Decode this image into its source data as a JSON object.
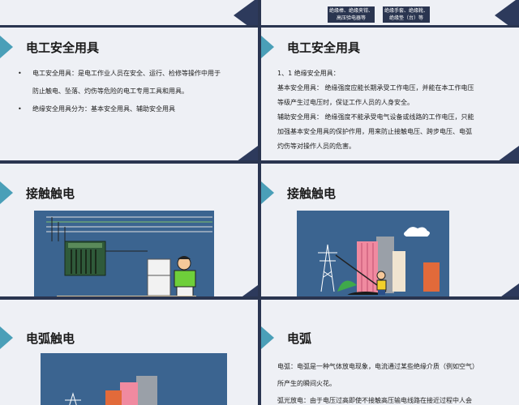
{
  "slide0": {
    "tag_left": [
      "绝缘棒、绝缘夹钳、",
      "高压验电器等"
    ],
    "tag_right": [
      "绝缘手套、绝缘靴、",
      "绝缘垫（台）等"
    ]
  },
  "slide1": {
    "title": "电工安全用具",
    "bullets": [
      "电工安全用具：是电工作业人员在安全、运行、检修等操作中用于",
      "防止触电、坠落、灼伤等危险的电工专用工具和用具。",
      "绝缘安全用具分为：基本安全用具、辅助安全用具"
    ]
  },
  "slide2": {
    "title": "电工安全用具",
    "lines": [
      "1、1 绝缘安全用具：",
      "基本安全用具： 绝缘强度应能长期承受工作电压，并能在本工作电压",
      "等级产生过电压时，保证工作人员的人身安全。",
      "辅助安全用具： 绝缘强度不能承受电气设备或线路的工作电压，只能",
      "加强基本安全用具的保护作用，用来防止接触电压、跨步电压、电弧",
      "灼伤等对操作人员的危害。"
    ]
  },
  "slide3": {
    "title": "接触触电"
  },
  "slide4": {
    "title": "接触触电"
  },
  "slide5": {
    "title": "电弧触电"
  },
  "slide6": {
    "title": "电弧",
    "lines": [
      "电弧：电弧是一种气体放电现象，电流通过某些绝缘介质（例如空气）",
      "所产生的瞬间火花。",
      "弧光放电：由于电压过高即使不接触高压输电线路在接近过程中人会"
    ]
  },
  "colors": {
    "page_bg": "#2a3550",
    "slide_bg": "#eef0f5",
    "accent": "#4a9fb8",
    "dark_triangle": "#2d3a5c",
    "scene_bg": "#3b6490"
  }
}
